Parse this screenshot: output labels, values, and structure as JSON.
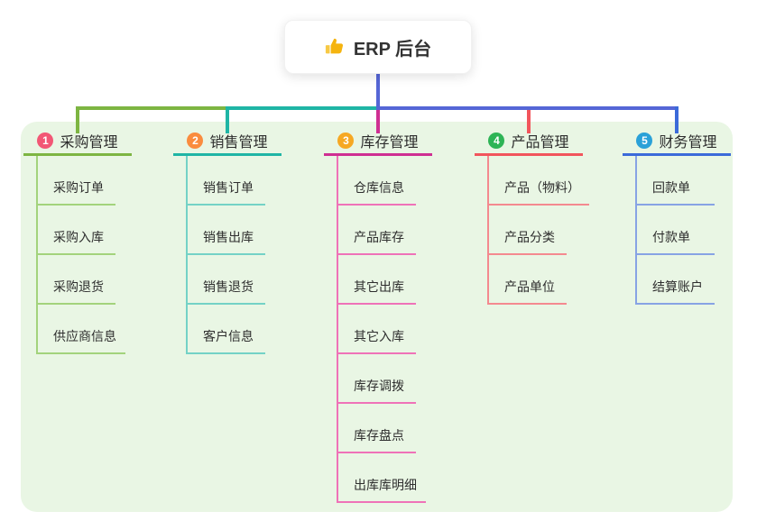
{
  "root": {
    "title": "ERP 后台",
    "icon": "thumbs-up-icon"
  },
  "colors": {
    "panel_background": "#e9f6e4",
    "root_connector": "#5566d6",
    "root_card_background": "#ffffff",
    "thumb_icon": "#f5b40f"
  },
  "branches": [
    {
      "num": "1",
      "label": "采购管理",
      "color": "#7db542",
      "light": "#a3d37c",
      "badge": "#f25775",
      "children": [
        "采购订单",
        "采购入库",
        "采购退货",
        "供应商信息"
      ]
    },
    {
      "num": "2",
      "label": "销售管理",
      "color": "#1fb5a5",
      "light": "#74d2c6",
      "badge": "#fa8c3e",
      "children": [
        "销售订单",
        "销售出库",
        "销售退货",
        "客户信息"
      ]
    },
    {
      "num": "3",
      "label": "库存管理",
      "color": "#cf2f92",
      "light": "#ef72b8",
      "badge": "#f6a823",
      "children": [
        "仓库信息",
        "产品库存",
        "其它出库",
        "其它入库",
        "库存调拨",
        "库存盘点",
        "出库库明细"
      ]
    },
    {
      "num": "4",
      "label": "产品管理",
      "color": "#f2555c",
      "light": "#f4898f",
      "badge": "#2eb456",
      "children": [
        "产品（物料）",
        "产品分类",
        "产品单位"
      ]
    },
    {
      "num": "5",
      "label": "财务管理",
      "color": "#3b6ad9",
      "light": "#87a3e4",
      "badge": "#2aa1d8",
      "children": [
        "回款单",
        "付款单",
        "结算账户"
      ]
    }
  ]
}
